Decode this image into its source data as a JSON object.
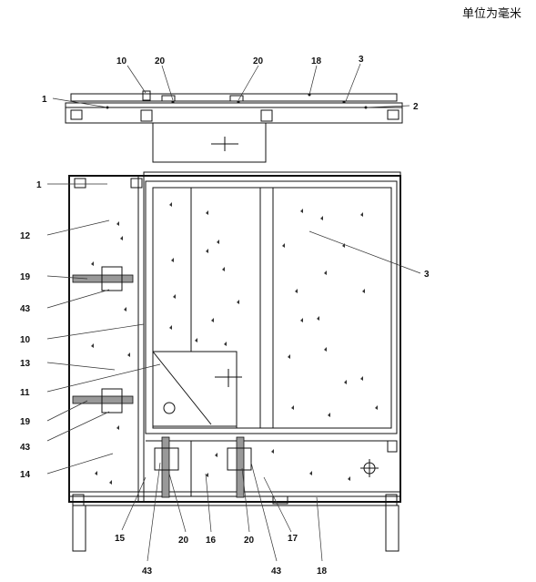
{
  "unit_note": "单位为毫米",
  "labels": {
    "top_10": "10",
    "top_20a": "20",
    "top_20b": "20",
    "top_18": "18",
    "top_3": "3",
    "top_1": "1",
    "top_2": "2",
    "l_1": "1",
    "l_12": "12",
    "l_19a": "19",
    "l_43a": "43",
    "l_10": "10",
    "l_13": "13",
    "l_11": "11",
    "l_19b": "19",
    "l_43b": "43",
    "l_14": "14",
    "r_3": "3",
    "b_15": "15",
    "b_20a": "20",
    "b_16": "16",
    "b_20b": "20",
    "b_17": "17",
    "b_43a": "43",
    "b_43b": "43",
    "b_18": "18"
  }
}
